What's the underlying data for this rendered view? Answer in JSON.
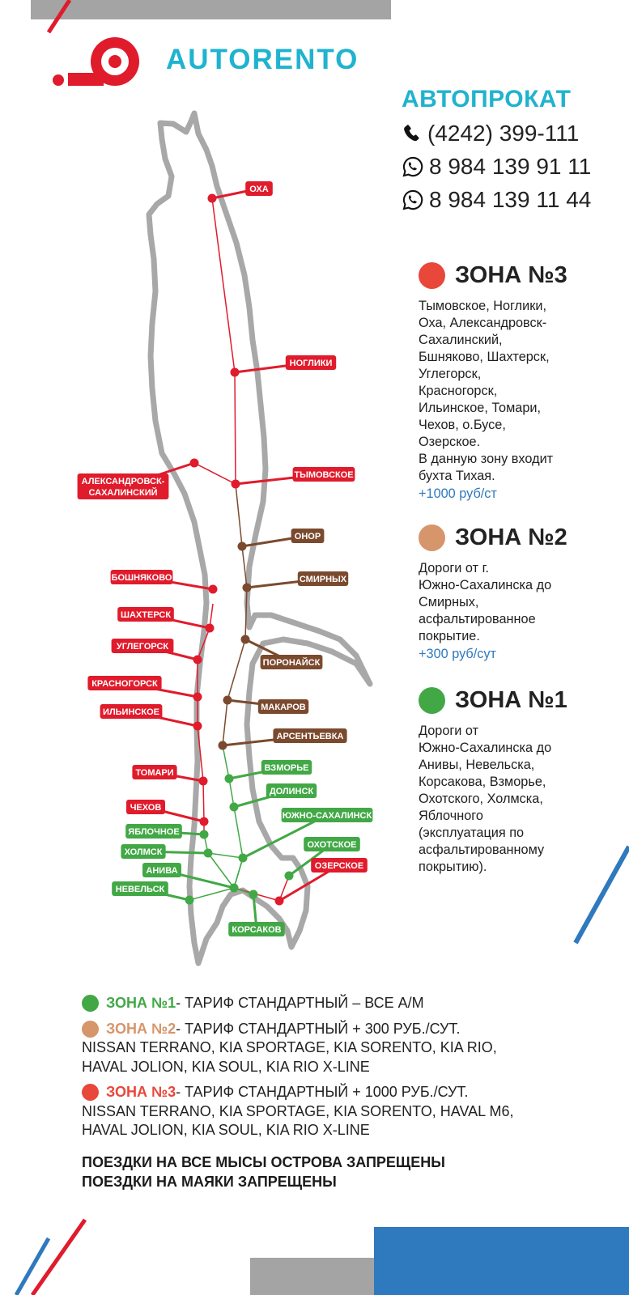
{
  "brand": {
    "logo_text": "AUTORENTO",
    "title": "АВТОПРОКАТ"
  },
  "contacts": [
    {
      "icon": "phone-icon",
      "number": "(4242) 399-111"
    },
    {
      "icon": "whatsapp-icon",
      "number": "8 984 139 91 11"
    },
    {
      "icon": "whatsapp-icon",
      "number": "8 984 139 11 44"
    }
  ],
  "colors": {
    "zone1": "#42a846",
    "zone2": "#d6956a",
    "zone2_map": "#7b4a2e",
    "zone3": "#e8473a",
    "zone3_map": "#e01b2c",
    "accent": "#1fb3cf",
    "blue": "#2f79be",
    "grey": "#a4a4a4"
  },
  "zones": [
    {
      "key": "zone3",
      "title": "ЗОНА №3",
      "lines": [
        "Тымовское, Ноглики,",
        "Оха, Александровск-",
        "Сахалинский,",
        "Бшняково, Шахтерск,",
        "Углегорск,",
        "Красногорск,",
        "Ильинское, Томари,",
        "Чехов, о.Бусе,",
        "Озерское.",
        "В данную зону входит",
        "бухта Тихая."
      ],
      "price": "+1000 руб/ст"
    },
    {
      "key": "zone2",
      "title": "ЗОНА №2",
      "lines": [
        "Дороги от г.",
        "Южно-Сахалинска до",
        "Смирных,",
        "асфальтированное",
        "покрытие."
      ],
      "price": "+300 руб/сут"
    },
    {
      "key": "zone1",
      "title": "ЗОНА №1",
      "lines": [
        "Дороги от",
        "Южно-Сахалинска до",
        "Анивы, Невельска,",
        "Корсакова, Взморье,",
        "Охотского, Холмска,",
        "Яблочного",
        "(эксплуатация по",
        "асфальтированному",
        "покрытию)."
      ],
      "price": ""
    }
  ],
  "map": {
    "towns": [
      {
        "name": "ОХА",
        "zone": 3
      },
      {
        "name": "НОГЛИКИ",
        "zone": 3
      },
      {
        "name": "АЛЕКСАНДРОВСК-",
        "name2": "САХАЛИНСКИЙ",
        "zone": 3
      },
      {
        "name": "ТЫМОВСКОЕ",
        "zone": 3
      },
      {
        "name": "ОНОР",
        "zone": 2
      },
      {
        "name": "СМИРНЫХ",
        "zone": 2
      },
      {
        "name": "БОШНЯКОВО",
        "zone": 3
      },
      {
        "name": "ШАХТЕРСК",
        "zone": 3
      },
      {
        "name": "ПОРОНАЙСК",
        "zone": 2
      },
      {
        "name": "УГЛЕГОРСК",
        "zone": 3
      },
      {
        "name": "КРАСНОГОРСК",
        "zone": 3
      },
      {
        "name": "МАКАРОВ",
        "zone": 2
      },
      {
        "name": "ИЛЬИНСКОЕ",
        "zone": 3
      },
      {
        "name": "АРСЕНТЬЕВКА",
        "zone": 2
      },
      {
        "name": "ВЗМОРЬЕ",
        "zone": 1
      },
      {
        "name": "ТОМАРИ",
        "zone": 3
      },
      {
        "name": "ДОЛИНСК",
        "zone": 1
      },
      {
        "name": "ЧЕХОВ",
        "zone": 3
      },
      {
        "name": "ЮЖНО-САХАЛИНСК",
        "zone": 1
      },
      {
        "name": "ЯБЛОЧНОЕ",
        "zone": 1
      },
      {
        "name": "ОХОТСКОЕ",
        "zone": 1
      },
      {
        "name": "ХОЛМСК",
        "zone": 1
      },
      {
        "name": "ОЗЕРСКОЕ",
        "zone": 3
      },
      {
        "name": "АНИВА",
        "zone": 1
      },
      {
        "name": "НЕВЕЛЬСК",
        "zone": 1
      },
      {
        "name": "КОРСАКОВ",
        "zone": 1
      }
    ]
  },
  "tariffs": [
    {
      "key": "zone1",
      "zone": "ЗОНА №1",
      "text": "- ТАРИФ СТАНДАРТНЫЙ – ВСЕ А/М",
      "cars": []
    },
    {
      "key": "zone2",
      "zone": "ЗОНА №2",
      "text": "- ТАРИФ СТАНДАРТНЫЙ + 300 РУБ./СУТ.",
      "cars": [
        "NISSAN TERRANO, KIA SPORTAGE, KIA SORENTO, KIA RIO,",
        "HAVAL JOLION, KIA SOUL, KIA RIO X-LINE"
      ]
    },
    {
      "key": "zone3",
      "zone": "ЗОНА №3",
      "text": "- ТАРИФ СТАНДАРТНЫЙ + 1000 РУБ./СУТ.",
      "cars": [
        "NISSAN TERRANO, KIA SPORTAGE, KIA SORENTO, HAVAL M6,",
        "HAVAL JOLION, KIA SOUL, KIA RIO X-LINE"
      ]
    }
  ],
  "notes": [
    "ПОЕЗДКИ НА ВСЕ МЫСЫ ОСТРОВА ЗАПРЕЩЕНЫ",
    "ПОЕЗДКИ НА МАЯКИ ЗАПРЕЩЕНЫ"
  ]
}
